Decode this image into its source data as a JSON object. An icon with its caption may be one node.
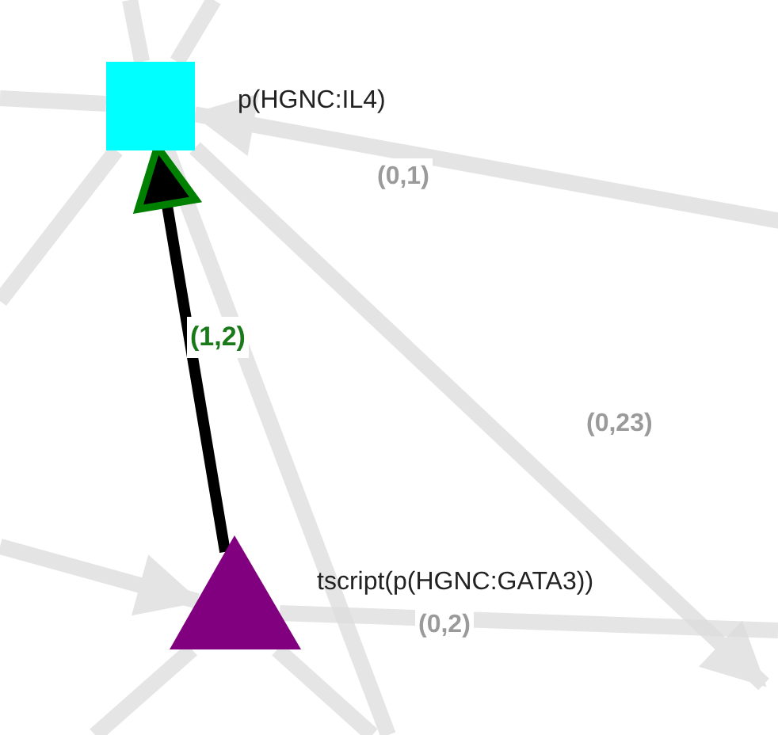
{
  "diagram": {
    "nodes": [
      {
        "text": [],
        "shape": "box",
        "beside": [
          "p(HGNC:IL4)"
        ]
      },
      {
        "text": [],
        "shape": "triangle",
        "beside": [
          "tscript(p(HGNC:GATA3))"
        ]
      }
    ],
    "edges": [
      {
        "from": 1,
        "to": 0,
        "arrow": "to",
        "label": "(1,2)",
        "color": "#000000"
      },
      {
        "from": null,
        "to": 0,
        "arrow": "to",
        "label": "(0,1)"
      },
      {
        "from": 0,
        "to": null,
        "arrow": "to",
        "label": "(0,23)"
      },
      {
        "from": null,
        "to": 1,
        "arrow": "to"
      },
      {
        "from": 0,
        "to": null,
        "arrow": "none"
      },
      {
        "from": 0,
        "to": null,
        "arrow": "none"
      },
      {
        "from": null,
        "to": 0,
        "arrow": "none"
      },
      {
        "from": 0,
        "to": null,
        "arrow": "none"
      },
      {
        "from": 0,
        "to": null,
        "arrow": "none"
      },
      {
        "from": 1,
        "to": null,
        "arrow": "none"
      },
      {
        "from": 1,
        "to": null,
        "arrow": "none"
      },
      {
        "from": 1,
        "to": null,
        "arrow": "none",
        "label": "(0,2)"
      }
    ]
  }
}
